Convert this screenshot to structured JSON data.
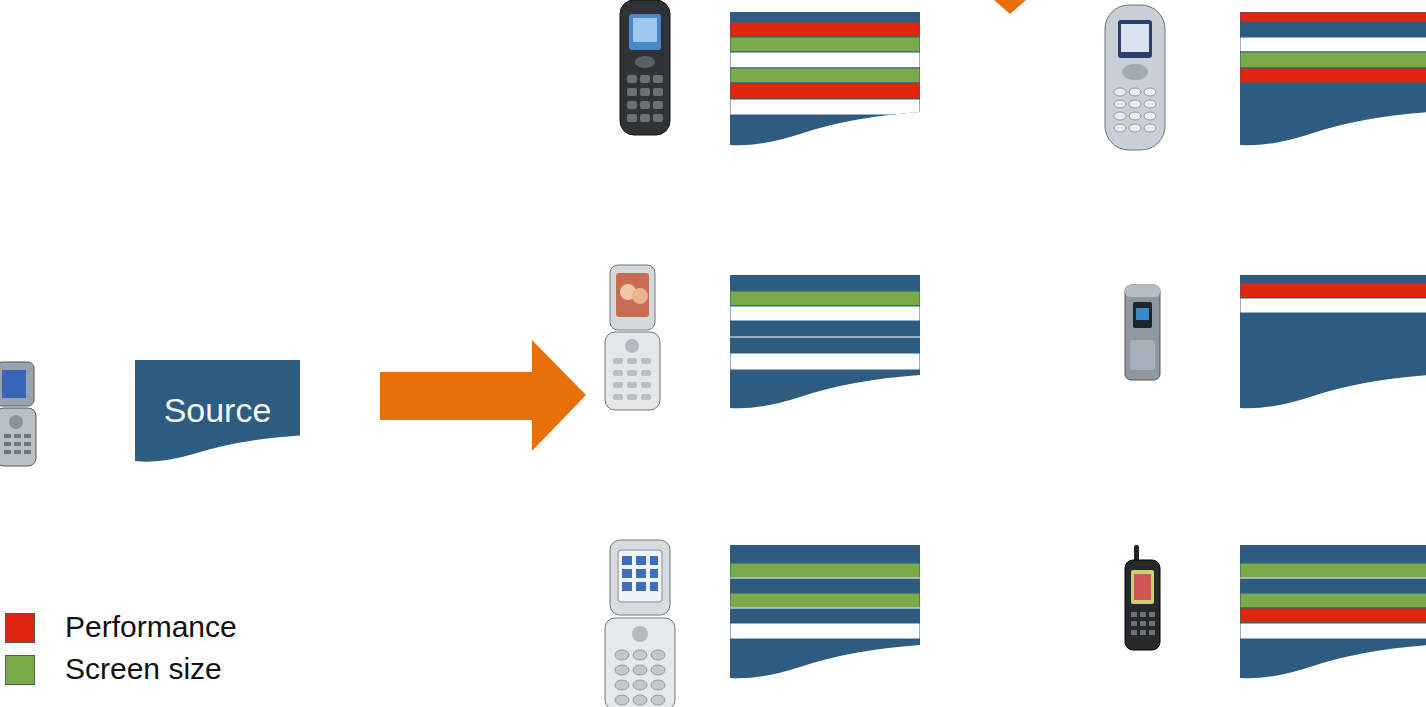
{
  "diagram": {
    "nodes": [
      {
        "text": [
          "Source"
        ]
      }
    ],
    "legend": [
      {
        "text": "Performance",
        "color": "#E0260F"
      },
      {
        "text": "Screen size",
        "color": "#7BAA48"
      }
    ]
  }
}
